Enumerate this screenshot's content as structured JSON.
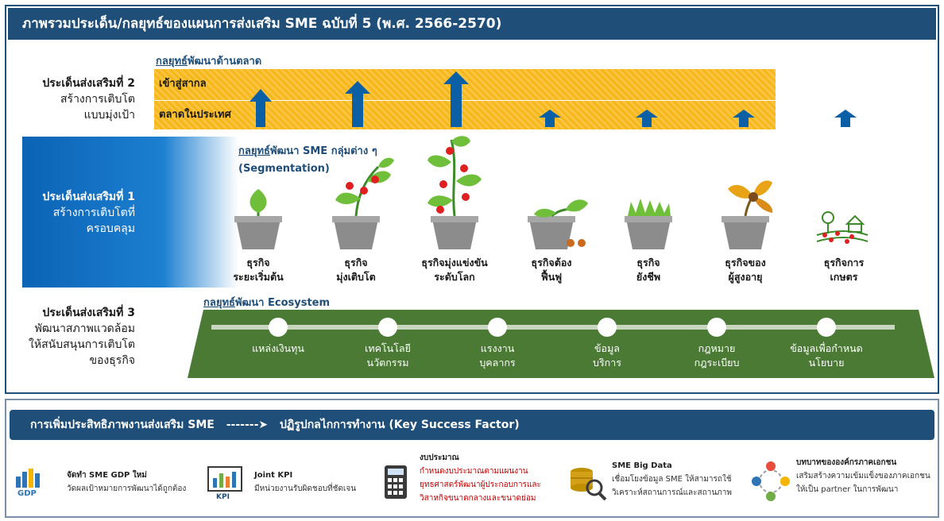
{
  "title": "ภาพรวมประเด็น/กลยุทธ์ของแผนการส่งเสริม SME ฉบับที่ 5 (พ.ศ. 2566-2570)",
  "issue2": {
    "heading": "ประเด็นส่งเสริมที่ 2",
    "line1": "สร้างการเติบโต",
    "line2": "แบบมุ่งเป้า"
  },
  "market": {
    "strategy_prefix": "กลยุทธ์",
    "strategy_rest": "พัฒนาด้านตลาด",
    "row1": "เข้าสู่สากล",
    "row2": "ตลาดในประเทศ"
  },
  "issue1": {
    "heading": "ประเด็นส่งเสริมที่ 1",
    "line1": "สร้างการเติบโตที่",
    "line2": "ครอบคลุม"
  },
  "segmentation": {
    "strategy_prefix": "กลยุทธ์",
    "strategy_rest": "พัฒนา SME กลุ่มต่าง ๆ",
    "subtitle": "(Segmentation)",
    "items": [
      {
        "line1": "ธุรกิจ",
        "line2": "ระยะเริ่มต้น"
      },
      {
        "line1": "ธุรกิจ",
        "line2": "มุ่งเติบโต"
      },
      {
        "line1": "ธุรกิจมุ่งแข่งขัน",
        "line2": "ระดับโลก"
      },
      {
        "line1": "ธุรกิจต้อง",
        "line2": "ฟื้นฟู"
      },
      {
        "line1": "ธุรกิจ",
        "line2": "ยังชีพ"
      },
      {
        "line1": "ธุรกิจของ",
        "line2": "ผู้สูงอายุ"
      },
      {
        "line1": "ธุรกิจการ",
        "line2": "เกษตร"
      }
    ]
  },
  "issue3": {
    "heading": "ประเด็นส่งเสริมที่ 3",
    "line1": "พัฒนาสภาพแวดล้อม",
    "line2": "ให้สนับสนุนการเติบโต",
    "line3": "ของธุรกิจ"
  },
  "ecosystem": {
    "strategy_prefix": "กลยุทธ์",
    "strategy_rest": "พัฒนา Ecosystem",
    "items": [
      {
        "line1": "แหล่งเงินทุน",
        "line2": ""
      },
      {
        "line1": "เทคโนโลยี",
        "line2": "นวัตกรรม"
      },
      {
        "line1": "แรงงาน",
        "line2": "บุคลากร"
      },
      {
        "line1": "ข้อมูล",
        "line2": "บริการ"
      },
      {
        "line1": "กฎหมาย",
        "line2": "กฎระเบียบ"
      },
      {
        "line1": "ข้อมูลเพื่อกำหนด",
        "line2": "นโยบาย"
      }
    ]
  },
  "bottom": {
    "left": "การเพิ่มประสิทธิภาพงานส่งเสริม SME",
    "arrow": "-------➤",
    "right": "ปฏิรูปกลไกการทำงาน (Key Success Factor)",
    "gdp_icon_label": "GDP",
    "kpi_icon_label": "KPI",
    "factors": [
      {
        "title": "จัดทำ SME GDP ใหม่",
        "desc": "วัดผลเป้าหมายการพัฒนาได้ถูกต้อง"
      },
      {
        "title": "Joint KPI",
        "desc": "มีหน่วยงานรับผิดชอบที่ชัดเจน"
      },
      {
        "title": "งบประมาณ",
        "desc1": "กำหนดงบประมาณตามแผนงาน",
        "desc2": "ยุทธศาสตร์พัฒนาผู้ประกอบการและ",
        "desc3": "วิสาหกิจขนาดกลางและขนาดย่อม"
      },
      {
        "title": "SME Big Data",
        "desc1": "เชื่อมโยงข้อมูล SME ให้สามารถใช้",
        "desc2": "วิเคราะห์สถานการณ์และสถานภาพ"
      },
      {
        "title": "บทบาทขององค์กรภาคเอกชน",
        "desc1": "เสริมสร้างความเข้มแข็งของภาคเอกชน",
        "desc2": "ให้เป็น partner ในการพัฒนา"
      }
    ]
  },
  "colors": {
    "navy": "#1f4e79",
    "market_yellow": "#f7b718",
    "arrow_blue": "#0b5fa5",
    "eco_green": "#4a7a34",
    "segment_blue": "#0b63b5"
  }
}
